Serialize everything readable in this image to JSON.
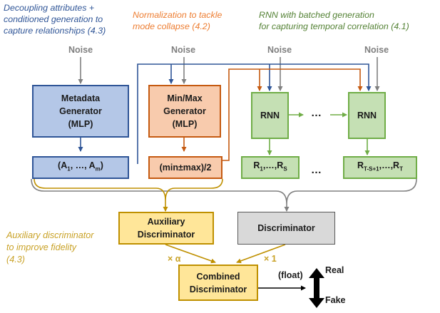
{
  "annotations": {
    "decoupling": [
      "Decoupling attributes +",
      "conditioned generation to",
      "capture relationships (4.3)"
    ],
    "normalization": [
      "Normalization to tackle",
      "mode collapse (4.2)"
    ],
    "rnn": [
      "RNN with batched generation",
      "for capturing temporal correlation (4.1)"
    ],
    "auxiliary": [
      "Auxiliary discriminator",
      "to improve fidelity",
      "(4.3)"
    ]
  },
  "noise_label": "Noise",
  "boxes": {
    "metadata_generator": [
      "Metadata",
      "Generator",
      "(MLP)"
    ],
    "minmax_generator": [
      "Min/Max",
      "Generator",
      "(MLP)"
    ],
    "rnn_first": "RNN",
    "rnn_last": "RNN",
    "attributes": {
      "prefix": "(A",
      "sub1": "1",
      "mid": ", …, A",
      "subm": "m",
      "suffix": ")"
    },
    "minmax_output": "(min±max)/2",
    "records_first": {
      "prefix": "R",
      "sub1": "1",
      "mid": ",…,R",
      "sub2": "S"
    },
    "records_last": {
      "prefix": "R",
      "sub1": "T-S+1",
      "mid": ",…,R",
      "sub2": "T"
    },
    "auxiliary_discriminator": [
      "Auxiliary",
      "Discriminator"
    ],
    "discriminator": "Discriminator",
    "combined_discriminator": [
      "Combined",
      "Discriminator"
    ]
  },
  "weights": {
    "alpha": "× α",
    "one": "× 1"
  },
  "ellipsis": "…",
  "output": {
    "type": "(float)",
    "real": "Real",
    "fake": "Fake"
  },
  "colors": {
    "blue": "#2f5597",
    "blue_fill": "#b4c7e7",
    "orange": "#c55a11",
    "orange_fill": "#f8cbad",
    "orange_text": "#ed7d31",
    "green": "#70ad47",
    "green_fill": "#c5e0b4",
    "green_text": "#548235",
    "gold": "#bf9000",
    "gold_fill": "#ffe699",
    "gold_text": "#c9a227",
    "gray": "#808080",
    "gray_fill": "#d9d9d9"
  }
}
